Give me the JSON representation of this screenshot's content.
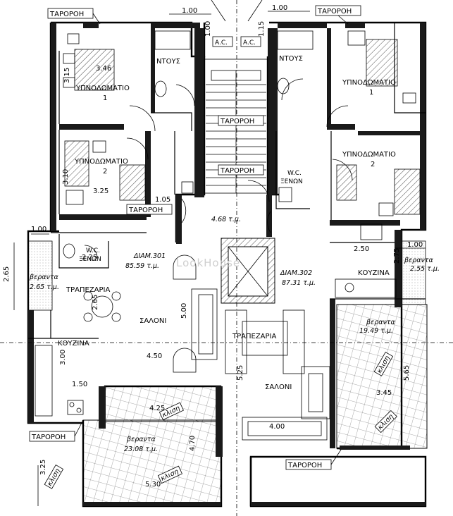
{
  "rooms": {
    "bedroom1_left": "ΥΠΝΟΔΩΜΑΤΙΟ",
    "bedroom1_left_num": "1",
    "bedroom2_left": "ΥΠΝΟΔΩΜΑΤΙΟ",
    "bedroom2_left_num": "2",
    "bedroom1_right": "ΥΠΝΟΔΩΜΑΤΙΟ",
    "bedroom1_right_num": "1",
    "bedroom2_right": "ΥΠΝΟΔΩΜΑΤΙΟ",
    "bedroom2_right_num": "2",
    "shower_left": "ΝΤΟΥΣ",
    "shower_right": "ΝΤΟΥΣ",
    "wc_left_1": "W.C.",
    "wc_left_2": "ΞΕΝΩΝ",
    "wc_right_1": "W.C.",
    "wc_right_2": "ΞΕΝΩΝ",
    "dining_left": "ΤΡΑΠΕΖΑΡΙΑ",
    "dining_right": "ΤΡΑΠΕΖΑΡΙΑ",
    "living_left": "ΣΑΛΟΝΙ",
    "living_right": "ΣΑΛΟΝΙ",
    "kitchen_left": "ΚΟΥΖΙΝΑ",
    "kitchen_right": "ΚΟΥΖΙΝΑ",
    "ac_1": "A.C.",
    "ac_2": "A.C."
  },
  "apartments": {
    "apt301_name": "ΔΙΑΜ.301",
    "apt301_area": "85.59 τ.μ.",
    "apt302_name": "ΔΙΑΜ.302",
    "apt302_area": "87.31 τ.μ.",
    "lobby_area": "4.68 τ.μ."
  },
  "verandas": {
    "v_left_label": "βεραντα",
    "v_left_area": "2.65 τ.μ.",
    "v_right_small_label": "βεραντα",
    "v_right_small_area": "2.55 τ.μ.",
    "v_right_label": "βεραντα",
    "v_right_area": "19.49 τ.μ.",
    "v_bottom_label": "βεραντα",
    "v_bottom_area": "23.08 τ.μ.",
    "slope": "κλιση"
  },
  "tags": {
    "taroron": "ΤΑΡΟΡΟΗ"
  },
  "dimensions": {
    "d_100_top_left": "1.00",
    "d_100_top_right": "1.00",
    "d_100_vert_left": "1.00",
    "d_115_vert": "1.15",
    "d_346": "3.46",
    "d_315": "3.15",
    "d_310": "3.10",
    "d_325_left": "3.25",
    "d_105": "1.05",
    "d_100_left": "1.00",
    "d_265_vert": "2.65",
    "d_225": "2.25",
    "d_265_table": "2.65",
    "d_500": "5.00",
    "d_450": "4.50",
    "d_300": "3.00",
    "d_150": "1.50",
    "d_425": "4.25",
    "d_470": "4.70",
    "d_530": "5.30",
    "d_325_bottom": "3.25",
    "d_250": "2.50",
    "d_275": "2.75",
    "d_100_right": "1.00",
    "d_525": "5.25",
    "d_400": "4.00",
    "d_345": "3.45",
    "d_565": "5.65"
  },
  "watermark": "LookHouse"
}
